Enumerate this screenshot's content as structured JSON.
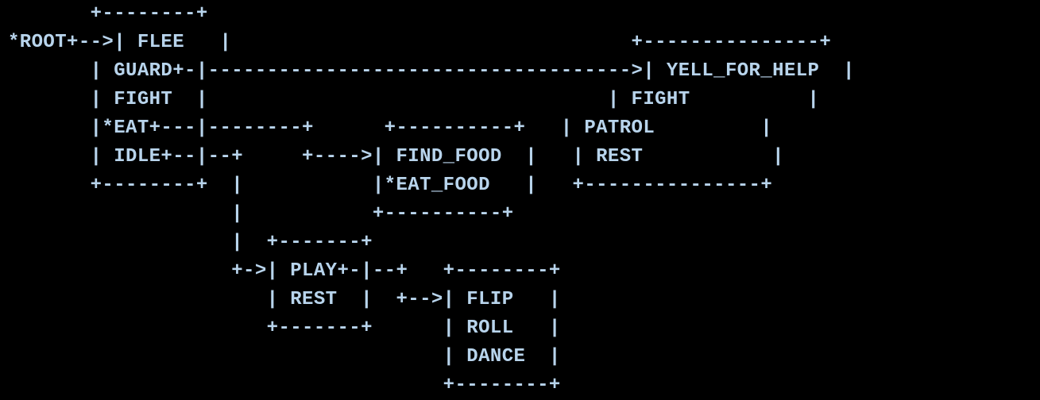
{
  "diagram": {
    "lines": [
      "       +--------+",
      "*ROOT+-->| FLEE   |                                  +---------------+",
      "       | GUARD+-|------------------------------------>| YELL_FOR_HELP  |",
      "       | FIGHT  |                                  | FIGHT          |",
      "       |*EAT+---|--------+      +----------+   | PATROL         |",
      "       | IDLE+--|--+     +---->| FIND_FOOD  |   | REST           |",
      "       +--------+  |           |*EAT_FOOD   |   +---------------+",
      "                   |           +----------+",
      "                   |  +-------+",
      "                   +->| PLAY+-|--+   +--------+",
      "                      | REST  |  +-->| FLIP   |",
      "                      +-------+      | ROLL   |",
      "                                     | DANCE  |",
      "                                     +--------+"
    ]
  }
}
